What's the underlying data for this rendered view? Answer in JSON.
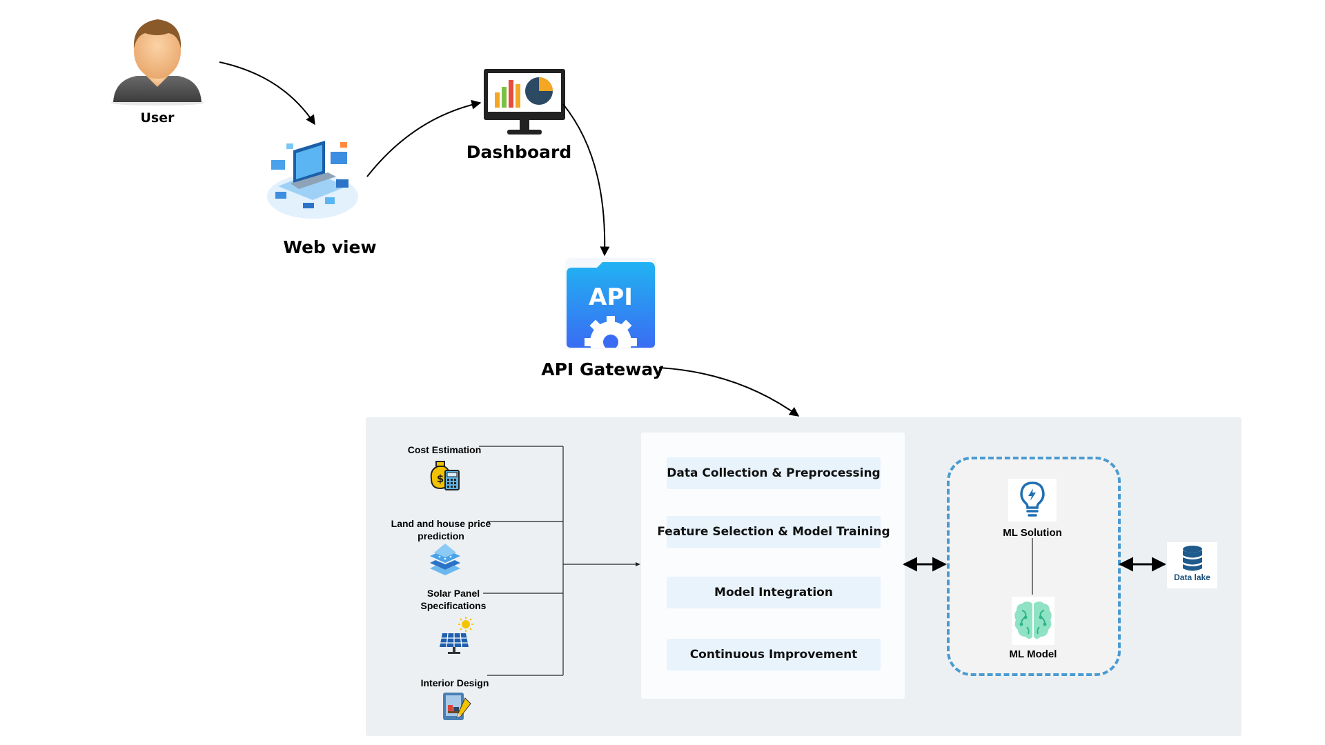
{
  "nodes": {
    "user": {
      "label": "User",
      "icon": "user-avatar-icon"
    },
    "web_view": {
      "label": "Web view",
      "icon": "web-devices-icon"
    },
    "dashboard": {
      "label": "Dashboard",
      "icon": "dashboard-monitor-icon"
    },
    "api_gateway": {
      "label": "API Gateway",
      "icon": "api-gear-icon",
      "icon_text": "API"
    }
  },
  "features": [
    {
      "label": "Cost Estimation",
      "icon": "money-calculator-icon"
    },
    {
      "label_line1": "Land and house price",
      "label_line2": "prediction",
      "icon": "layers-stack-icon"
    },
    {
      "label_line1": "Solar Panel",
      "label_line2": "Specifications",
      "icon": "solar-panel-icon"
    },
    {
      "label": "Interior Design",
      "icon": "interior-design-icon"
    }
  ],
  "steps": [
    "Data Collection & Preprocessing",
    "Feature Selection & Model Training",
    "Model Integration",
    "Continuous Improvement"
  ],
  "ml": {
    "solution_label": "ML Solution",
    "model_label": "ML Model",
    "solution_icon": "lightbulb-icon",
    "model_icon": "brain-icon"
  },
  "data_lake": {
    "label": "Data lake",
    "icon": "database-icon"
  },
  "colors": {
    "panel_bg": "#ecf0f3",
    "step_bg": "#e8f3fc",
    "dashed_border": "#4a9bd0",
    "api_blue": "#2f8df0"
  }
}
